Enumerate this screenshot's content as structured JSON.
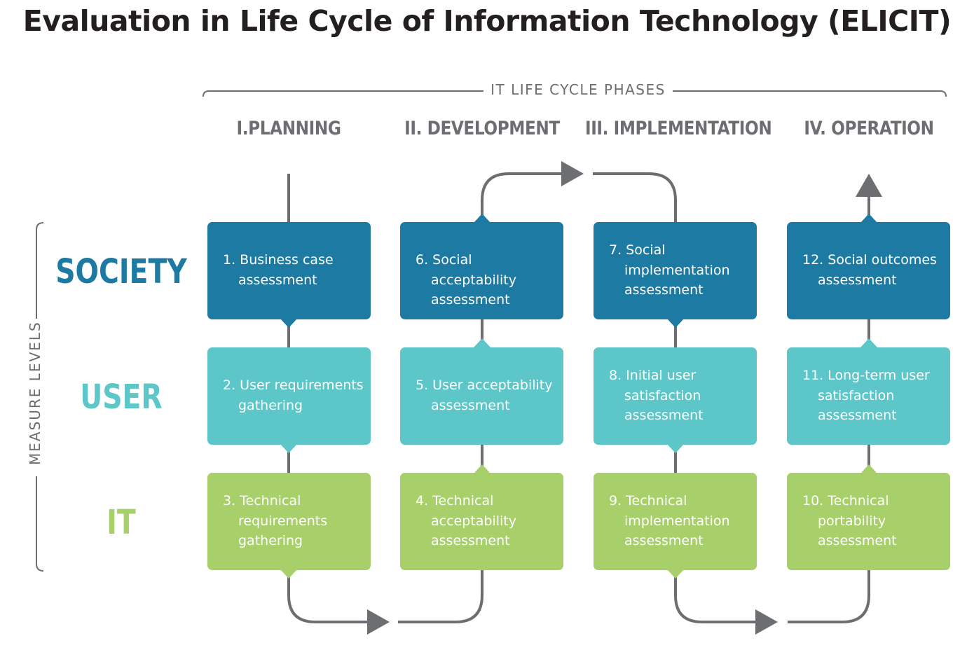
{
  "title": "Evaluation in Life Cycle of Information Technology (ELICIT)",
  "phases_header": "IT LIFE CYCLE PHASES",
  "phases": [
    "I.PLANNING",
    "II. DEVELOPMENT",
    "III. IMPLEMENTATION",
    "IV. OPERATION"
  ],
  "measure_levels_label": "MEASURE LEVELS",
  "levels": {
    "society": "SOCIETY",
    "user": "USER",
    "it": "IT"
  },
  "colors": {
    "society": "#1d7aa2",
    "user": "#5cc6c8",
    "it": "#a7cf6a",
    "connector": "#6d6e71",
    "title": "#231f20"
  },
  "steps": {
    "s1": "1. Business case assessment",
    "s2": "2. User requirements gathering",
    "s3": "3. Technical requirements gathering",
    "s4": "4. Technical acceptability assessment",
    "s5": "5. User acceptability assessment",
    "s6": "6. Social acceptability assessment",
    "s7": "7. Social implementation assessment",
    "s8": "8. Initial user satisfaction assessment",
    "s9": "9. Technical implementation assessment",
    "s10": "10. Technical portability assessment",
    "s11": "11. Long-term user satisfaction assessment",
    "s12": "12. Social outcomes assessment"
  }
}
